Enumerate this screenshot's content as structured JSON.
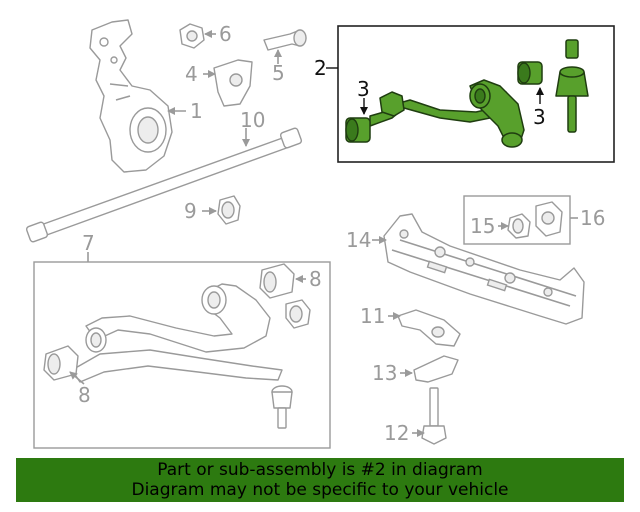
{
  "callouts": {
    "c1": "1",
    "c2": "2",
    "c3a": "3",
    "c3b": "3",
    "c4": "4",
    "c5": "5",
    "c6": "6",
    "c7": "7",
    "c8a": "8",
    "c8b": "8",
    "c9": "9",
    "c10": "10",
    "c11": "11",
    "c12": "12",
    "c13": "13",
    "c14": "14",
    "c15": "15",
    "c16": "16"
  },
  "highlight": {
    "part_number": "2",
    "fill_color": "#58a02c",
    "box_color": "#222222"
  },
  "banner": {
    "line1": "Part or sub-assembly is #2 in diagram",
    "line2": "Diagram may not be specific to your vehicle",
    "background": "#2d7a10"
  }
}
